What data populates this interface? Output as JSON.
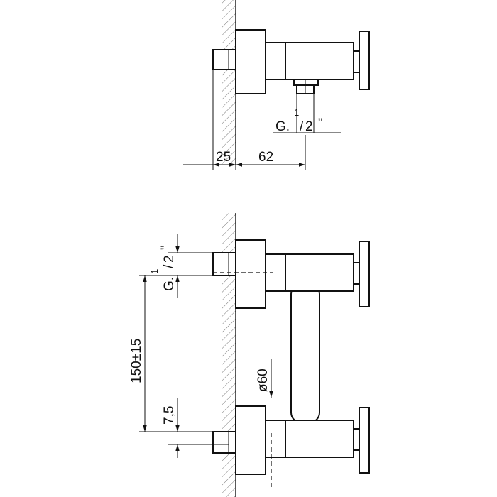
{
  "top_view": {
    "dim_wall": "25",
    "dim_depth": "62",
    "thread_prefix": "G.",
    "thread_frac_num": "1",
    "thread_frac_den": "2",
    "thread_suffix": "\""
  },
  "front_view": {
    "dim_centers": "150±15",
    "dim_offset": "7,5",
    "dim_diameter": "ø60",
    "thread_prefix": "G.",
    "thread_frac_num": "1",
    "thread_frac_den": "2",
    "thread_suffix": "\""
  }
}
